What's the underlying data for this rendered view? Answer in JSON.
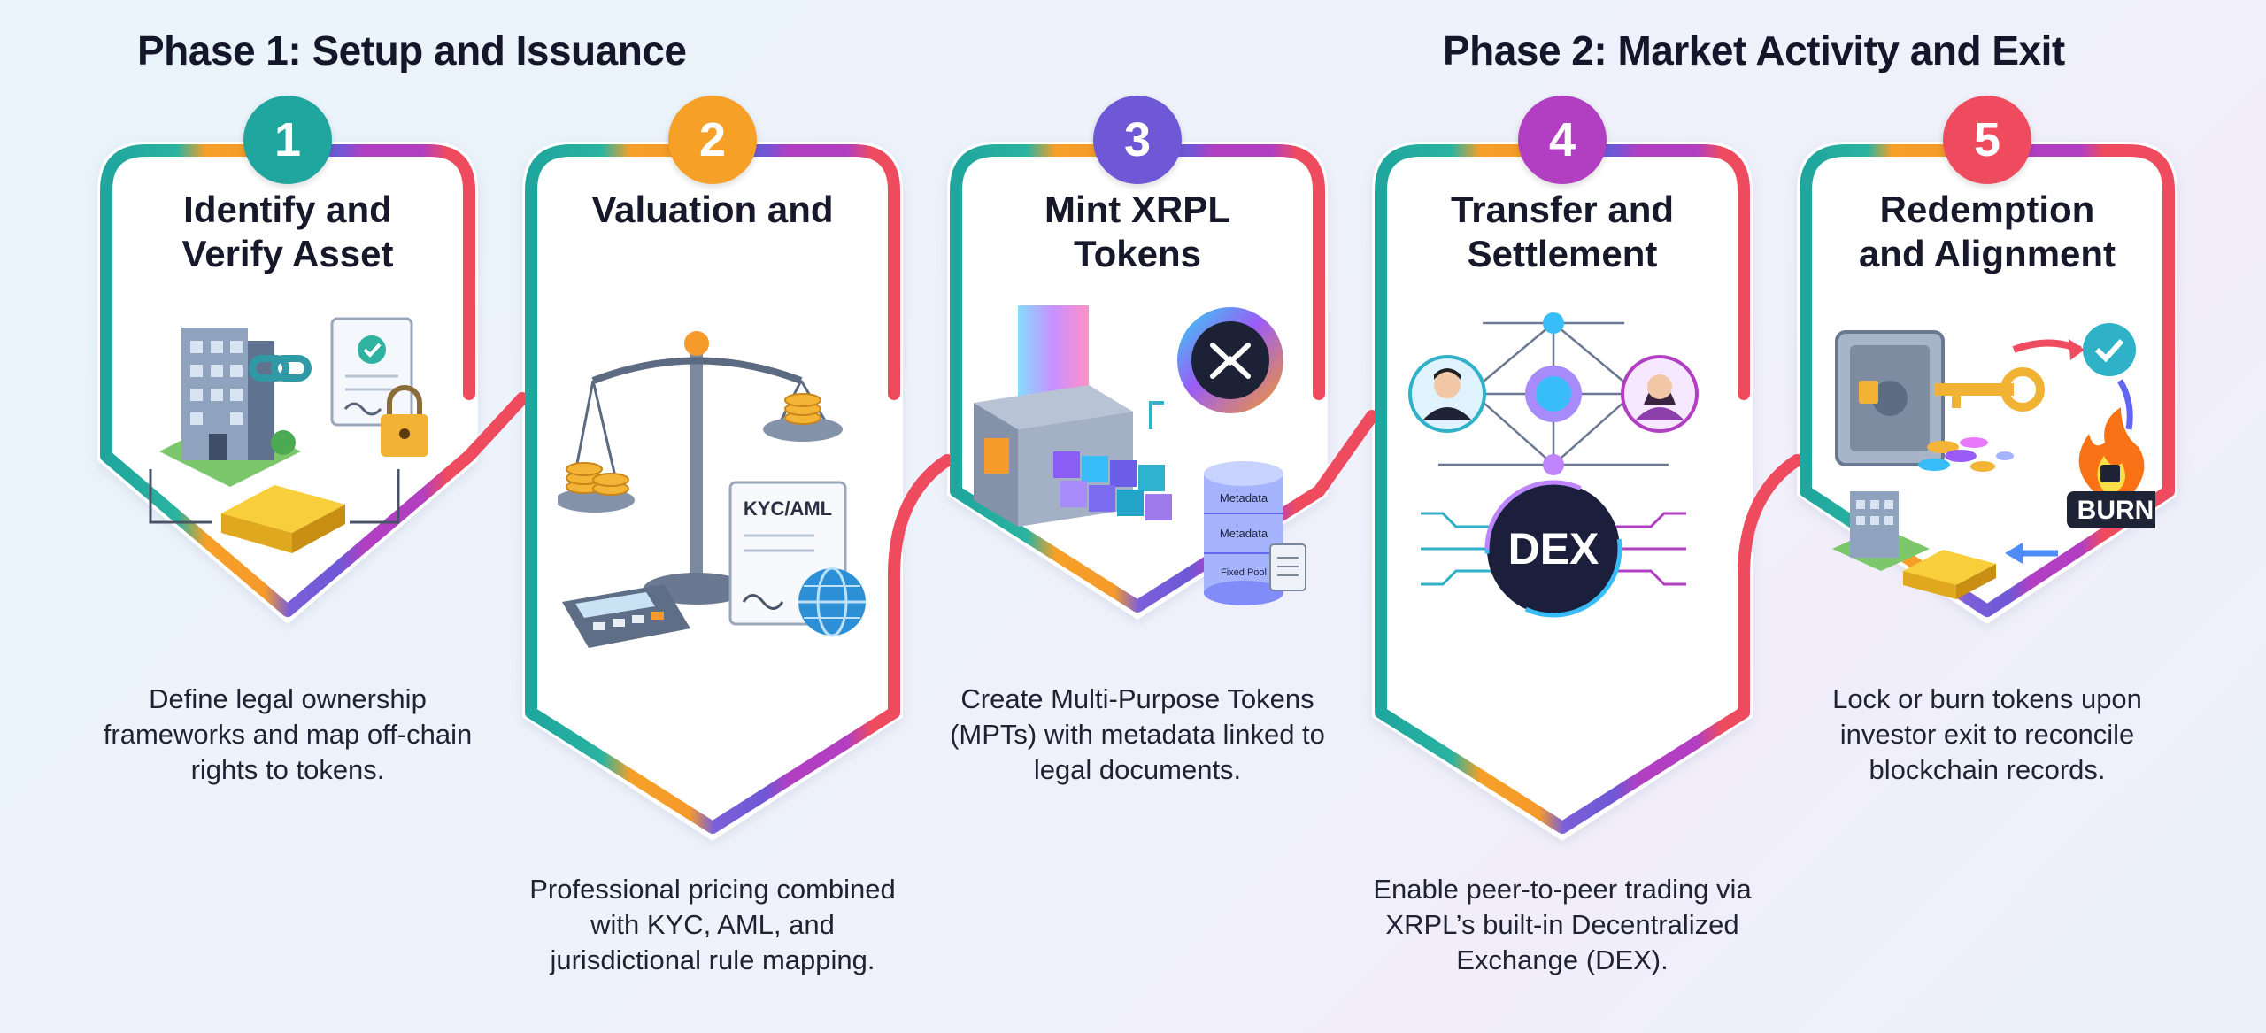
{
  "phases": [
    {
      "title": "Phase 1: Setup and Issuance"
    },
    {
      "title": "Phase 2: Market Activity and Exit"
    }
  ],
  "steps": [
    {
      "number": "1",
      "title_line1": "Identify and",
      "title_line2": "Verify Asset",
      "color": "#1fa69e",
      "description": "Define legal ownership frameworks and map off-chain rights to tokens."
    },
    {
      "number": "2",
      "title_line1": "Valuation and",
      "title_line2": "",
      "color": "#f7a027",
      "description": "Professional pricing combined with KYC, AML, and jurisdictional rule mapping."
    },
    {
      "number": "3",
      "title_line1": "Mint XRPL",
      "title_line2": "Tokens",
      "color": "#6e58d6",
      "description": "Create Multi-Purpose Tokens (MPTs) with metadata linked to legal documents."
    },
    {
      "number": "4",
      "title_line1": "Transfer and",
      "title_line2": "Settlement",
      "color": "#b23fc2",
      "description": "Enable peer-to-peer trading via XRPL’s built-in Decentralized Exchange (DEX)."
    },
    {
      "number": "5",
      "title_line1": "Redemption",
      "title_line2": "and Alignment",
      "color": "#ee4b5e",
      "description": "Lock or burn tokens upon investor exit to reconcile blockchain records."
    }
  ],
  "illustrations": {
    "kyc_label": "KYC/AML",
    "metadata_label_1": "Metadata",
    "metadata_label_2": "Metadata",
    "fixed_label": "Fixed Pool",
    "dex_label": "DEX",
    "burn_label": "BURN"
  }
}
